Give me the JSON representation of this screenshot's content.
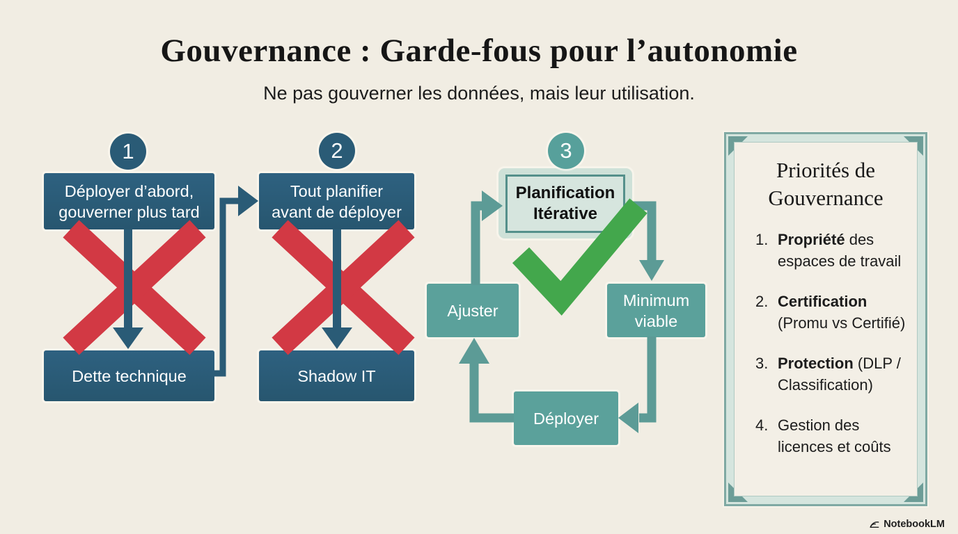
{
  "header": {
    "title": "Gouvernance : Garde-fous pour l’autonomie",
    "subtitle": "Ne pas gouverner les données, mais leur utilisation."
  },
  "antipattern1": {
    "number": "1",
    "cause": "Déployer d’abord,\ngouverner plus tard",
    "effect": "Dette technique"
  },
  "antipattern2": {
    "number": "2",
    "cause": "Tout planifier\navant de déployer",
    "effect": "Shadow IT"
  },
  "cycle": {
    "number": "3",
    "plan": "Planification\nItérative",
    "minimum": "Minimum\nviable",
    "deploy": "Déployer",
    "adjust": "Ajuster"
  },
  "priorities": {
    "title": "Priorités de Gouvernance",
    "items": [
      {
        "num": "1.",
        "bold": "Propriété",
        "rest": " des espaces de travail"
      },
      {
        "num": "2.",
        "bold": "Certification",
        "rest": " (Promu vs Certifié)"
      },
      {
        "num": "3.",
        "bold": "Protection",
        "rest": " (DLP / Classification)"
      },
      {
        "num": "4.",
        "bold": "",
        "rest": "Gestion des licences et coûts"
      }
    ]
  },
  "footer": {
    "brand": "NotebookLM"
  },
  "colors": {
    "background": "#f1ede3",
    "dark_blue": "#2a5b76",
    "teal": "#5ba19b",
    "red_x": "#d23944",
    "green_check": "#43a74c",
    "panel_border": "#7fa9a3"
  }
}
